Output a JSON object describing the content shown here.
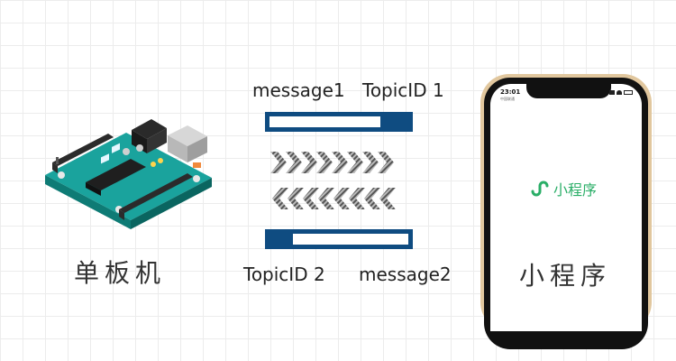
{
  "left_device": {
    "label": "单板机",
    "icon": "arduino-board-icon"
  },
  "right_device": {
    "label": "小程序",
    "icon": "smartphone-icon"
  },
  "top_channel": {
    "message": "message1",
    "topic": "TopicID 1",
    "progress": 0.8
  },
  "bottom_channel": {
    "topic": "TopicID 2",
    "message": "message2",
    "progress": 0.17
  },
  "phone": {
    "time": "23:01",
    "carrier_note": "中国联通",
    "app_name": "小程序",
    "brand_color": "#2aae67"
  },
  "colors": {
    "bar": "#0f4c81",
    "board": "#169a94",
    "board_dark": "#0f7b75"
  }
}
